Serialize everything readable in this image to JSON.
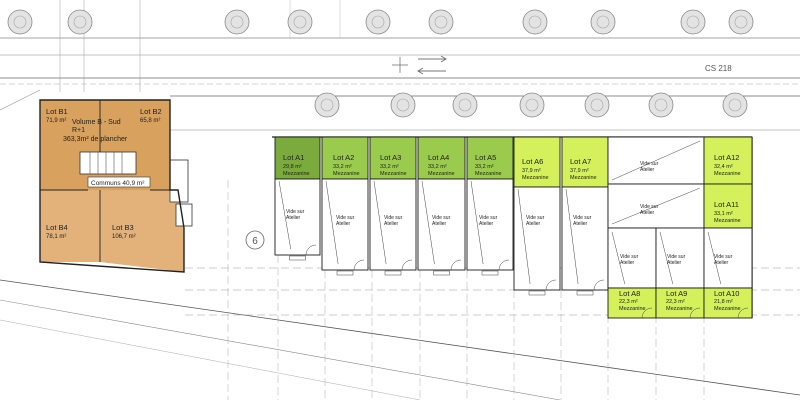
{
  "colors": {
    "dark_green": "#7aab3c",
    "mid_green": "#9acb4c",
    "light_green": "#d4f05a",
    "orange_top": "#d9a15e",
    "orange_bottom": "#e3b27a",
    "line": "#1a1a1a",
    "guide": "#9a9a9a"
  },
  "street": {
    "label": "CS 218"
  },
  "building_b": {
    "lots": [
      {
        "name": "Lot B1",
        "area": "71,9 m²"
      },
      {
        "name": "Lot B2",
        "area": "65,8 m²"
      },
      {
        "name": "Lot B4",
        "area": "78,1 m²"
      },
      {
        "name": "Lot B3",
        "area": "106,7 m²"
      }
    ],
    "volume_title": "Volume B - Sud",
    "volume_level": "R+1",
    "volume_area": "363,3m² de plancher",
    "communs": "Communs 40,9 m²"
  },
  "building_a": {
    "mezzanine_label": "Mezzanine",
    "vide_label_1": "Vide sur",
    "vide_label_2": "Atelier",
    "lots": [
      {
        "name": "Lot A1",
        "area": "29,8 m²"
      },
      {
        "name": "Lot A2",
        "area": "33,2 m²"
      },
      {
        "name": "Lot A3",
        "area": "33,2 m²"
      },
      {
        "name": "Lot A4",
        "area": "33,2 m²"
      },
      {
        "name": "Lot A5",
        "area": "33,2 m²"
      },
      {
        "name": "Lot A6",
        "area": "37,9 m²"
      },
      {
        "name": "Lot A7",
        "area": "37,9 m²"
      },
      {
        "name": "Lot A12",
        "area": "32,4 m²"
      },
      {
        "name": "Lot A11",
        "area": "33,1 m²"
      },
      {
        "name": "Lot A8",
        "area": "22,3 m²"
      },
      {
        "name": "Lot A9",
        "area": "22,3 m²"
      },
      {
        "name": "Lot A10",
        "area": "21,8 m²"
      }
    ]
  },
  "marker": {
    "label": "6"
  }
}
